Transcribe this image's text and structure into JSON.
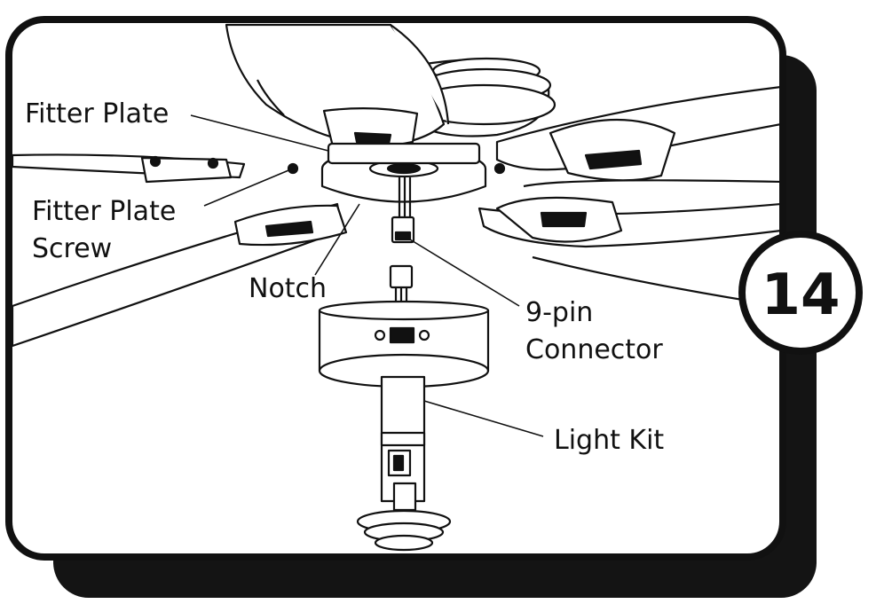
{
  "step": {
    "number": "14"
  },
  "labels": {
    "fitter_plate": "Fitter Plate",
    "fitter_plate_screw_line1": "Fitter Plate",
    "fitter_plate_screw_line2": "Screw",
    "notch": "Notch",
    "connector_line1": "9-pin",
    "connector_line2": "Connector",
    "light_kit": "Light Kit"
  },
  "colors": {
    "ink": "#111111",
    "paper": "#ffffff",
    "shadow": "#141414"
  }
}
